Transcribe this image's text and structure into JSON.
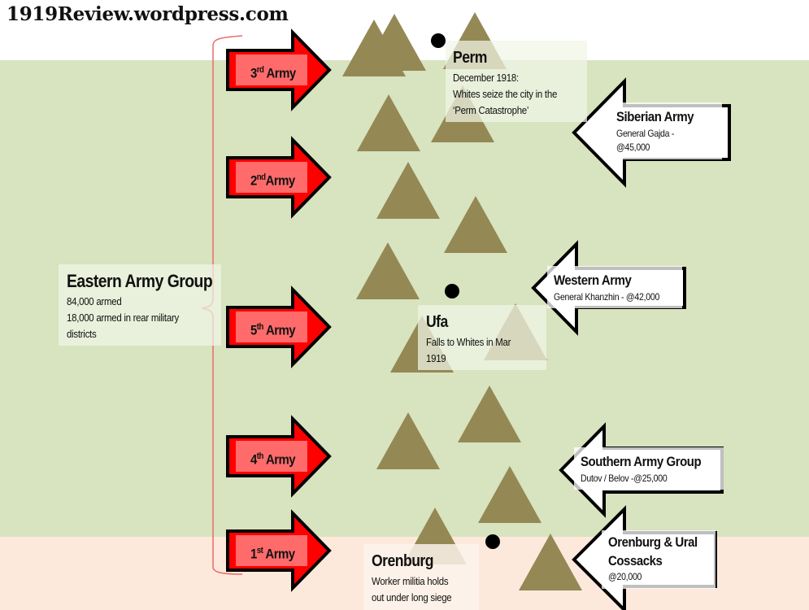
{
  "site_title": "1919Review.wordpress.com",
  "colors": {
    "green_band": "#d8e3bf",
    "peach_band": "#fde9dc",
    "mountain": "#948855",
    "red_arrow": "#ff0000",
    "red_label": "#ff6b6b",
    "brace": "#e86a6a",
    "city_dot": "#000000"
  },
  "eastern_group": {
    "title": "Eastern Army Group",
    "line1": "84,000 armed",
    "line2": "18,000 armed in rear military",
    "line3": "districts"
  },
  "red_armies": [
    {
      "num": "3",
      "suffix": "rd",
      "word": " Army"
    },
    {
      "num": "2",
      "suffix": "nd",
      "word": "Army"
    },
    {
      "num": "5",
      "suffix": "th",
      "word": " Army"
    },
    {
      "num": "4",
      "suffix": "th",
      "word": " Army"
    },
    {
      "num": "1",
      "suffix": "st",
      "word": " Army"
    }
  ],
  "cities": {
    "perm": {
      "name": "Perm",
      "line1": "December 1918:",
      "line2": "Whites seize the city in the",
      "line3": "‘Perm Catastrophe’"
    },
    "ufa": {
      "name": "Ufa",
      "line1": "Falls to Whites in Mar",
      "line2": "1919"
    },
    "orenburg": {
      "name": "Orenburg",
      "line1": "Worker militia holds",
      "line2": "out under long siege"
    }
  },
  "white_armies": {
    "siberian": {
      "title": "Siberian Army",
      "line1": "General Gajda -",
      "line2": "@45,000"
    },
    "western": {
      "title": "Western Army",
      "line1": "General Khanzhin  - @42,000"
    },
    "southern": {
      "title": "Southern Army Group",
      "line1": "Dutov / Belov -@25,000"
    },
    "cossacks": {
      "title1": "Orenburg & Ural",
      "title2": "Cossacks",
      "line1": "@20,000"
    }
  }
}
